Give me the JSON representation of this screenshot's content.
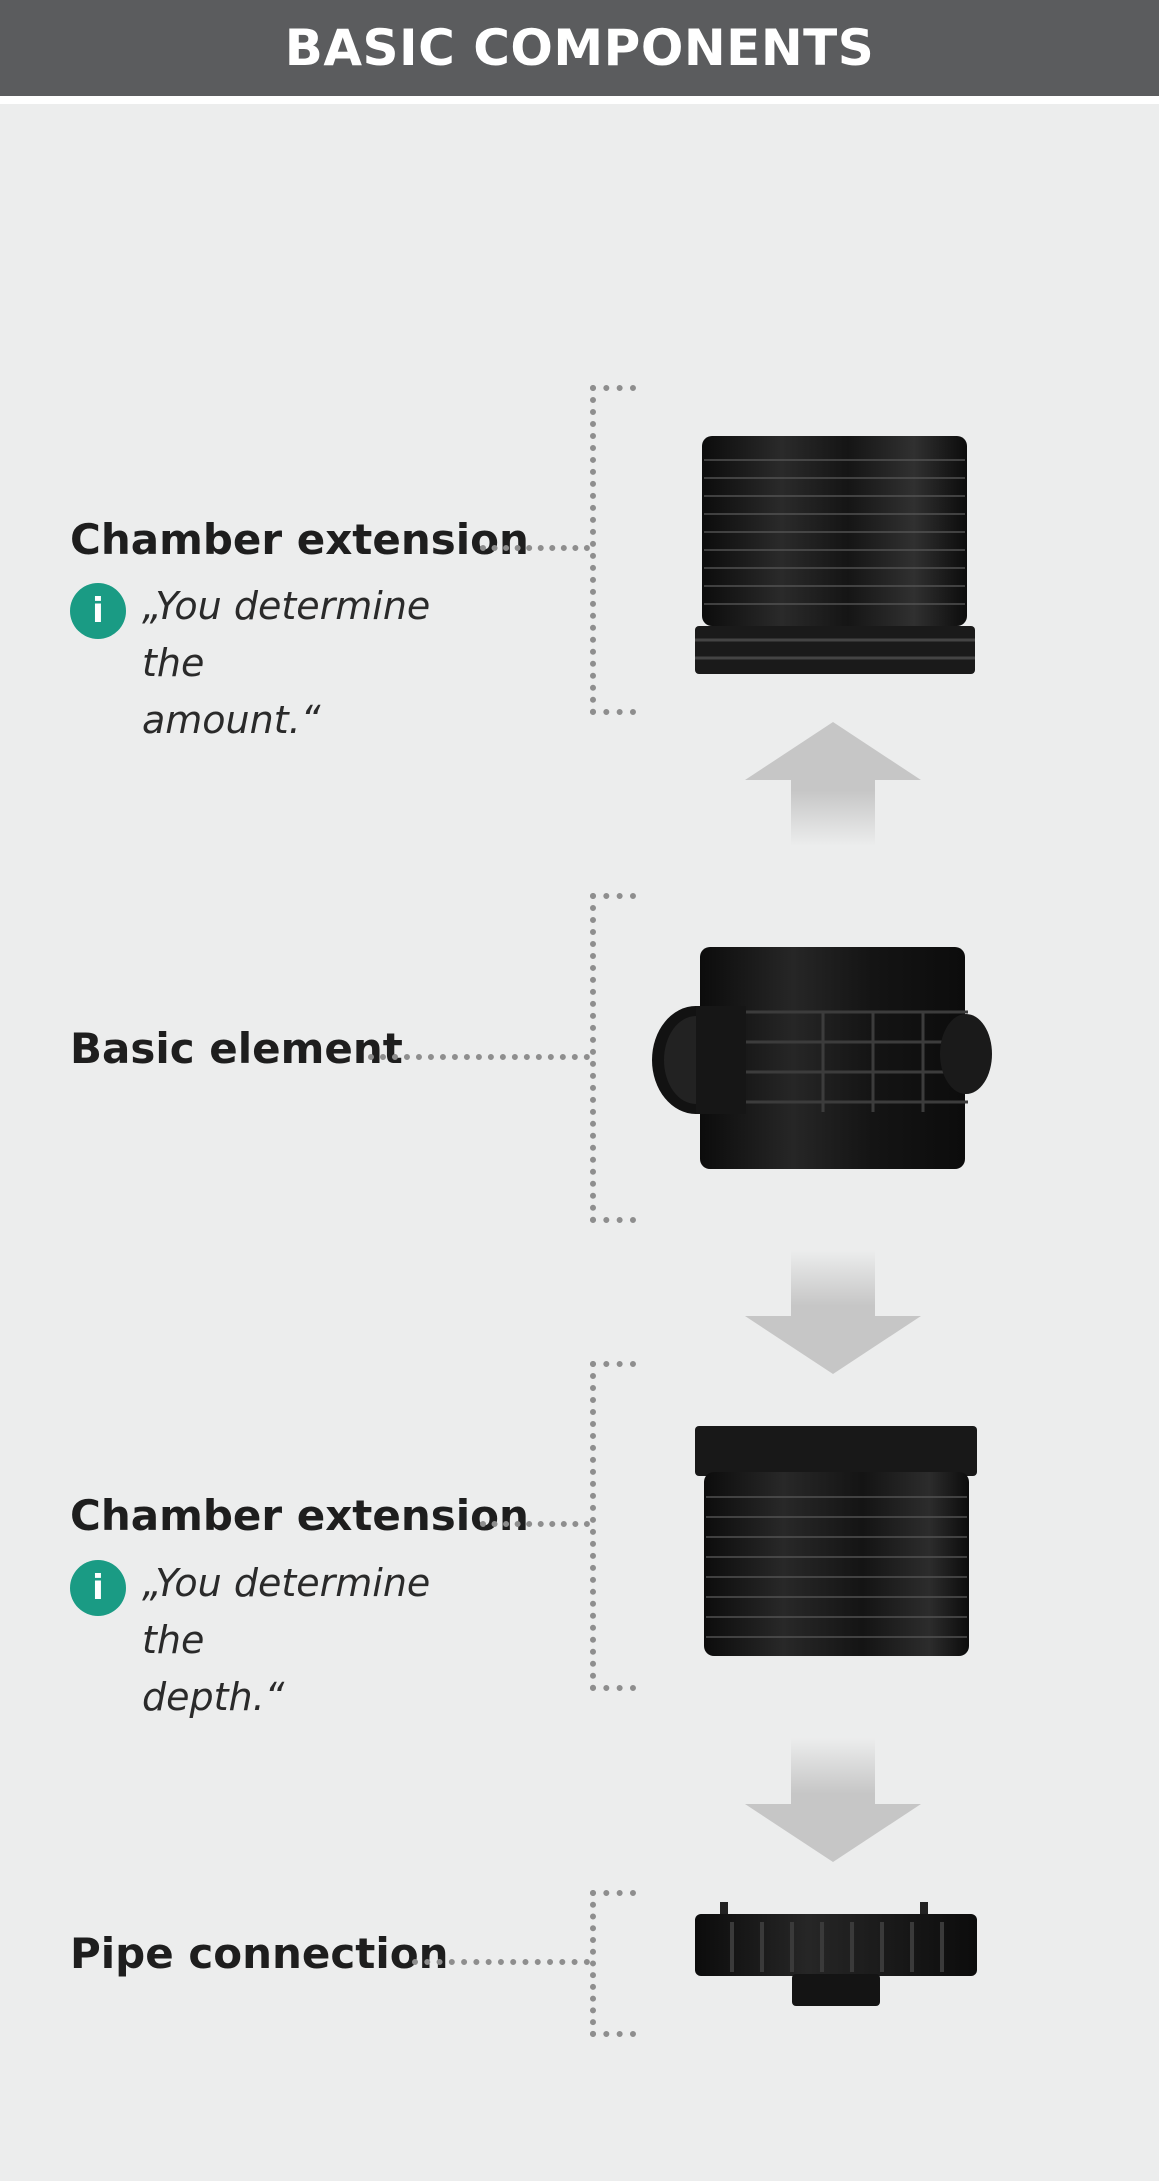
{
  "title": "BASIC COMPONENTS",
  "components": [
    {
      "label": "Chamber extension",
      "note_lines": [
        "„You determine the",
        "amount.“"
      ]
    },
    {
      "label": "Basic element"
    },
    {
      "label": "Chamber extension",
      "note_lines": [
        "„You determine the",
        "depth.“"
      ]
    },
    {
      "label": "Pipe connection"
    }
  ],
  "icons": {
    "info": "i"
  },
  "colors": {
    "header_bg": "#5b5c5e",
    "panel_bg": "#eceded",
    "info_green": "#1a9b84",
    "arrow_gray": "#c6c6c6",
    "part_black": "#151515"
  }
}
